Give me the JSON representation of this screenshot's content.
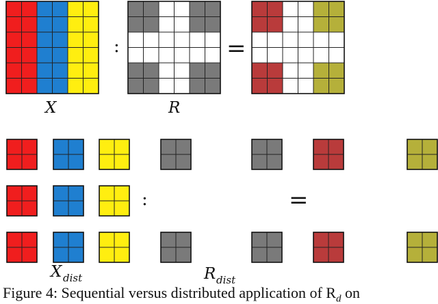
{
  "colors": {
    "red": "#f01e1e",
    "blue": "#1f7fd0",
    "yellow": "#ffee10",
    "gray": "#7a7a7a",
    "dark_red": "#b93b3b",
    "olive": "#b5b03a",
    "empty": "#ffffff",
    "grid_line": "#222222"
  },
  "labels": {
    "x": "X",
    "r": "R",
    "x_dist_base": "X",
    "x_dist_sub": "dist",
    "r_dist_base": "R",
    "r_dist_sub": "dist",
    "op_apply": ":",
    "op_equals": "=",
    "op_apply_dist": ":",
    "op_equals_dist": "="
  },
  "caption": {
    "text": "Figure 4: Sequential versus distributed application of R",
    "sub": "d",
    "tail": " on"
  },
  "matrices": {
    "x": {
      "rows": 6,
      "cols": 6,
      "cells": [
        [
          "red",
          "red",
          "blue",
          "blue",
          "yellow",
          "yellow"
        ],
        [
          "red",
          "red",
          "blue",
          "blue",
          "yellow",
          "yellow"
        ],
        [
          "red",
          "red",
          "blue",
          "blue",
          "yellow",
          "yellow"
        ],
        [
          "red",
          "red",
          "blue",
          "blue",
          "yellow",
          "yellow"
        ],
        [
          "red",
          "red",
          "blue",
          "blue",
          "yellow",
          "yellow"
        ],
        [
          "red",
          "red",
          "blue",
          "blue",
          "yellow",
          "yellow"
        ]
      ]
    },
    "r": {
      "rows": 6,
      "cols": 6,
      "cells": [
        [
          "gray",
          "gray",
          "empty",
          "empty",
          "gray",
          "gray"
        ],
        [
          "gray",
          "gray",
          "empty",
          "empty",
          "gray",
          "gray"
        ],
        [
          "empty",
          "empty",
          "empty",
          "empty",
          "empty",
          "empty"
        ],
        [
          "empty",
          "empty",
          "empty",
          "empty",
          "empty",
          "empty"
        ],
        [
          "gray",
          "gray",
          "empty",
          "empty",
          "gray",
          "gray"
        ],
        [
          "gray",
          "gray",
          "empty",
          "empty",
          "gray",
          "gray"
        ]
      ]
    },
    "result": {
      "rows": 6,
      "cols": 6,
      "cells": [
        [
          "dark_red",
          "dark_red",
          "empty",
          "empty",
          "olive",
          "olive"
        ],
        [
          "dark_red",
          "dark_red",
          "empty",
          "empty",
          "olive",
          "olive"
        ],
        [
          "empty",
          "empty",
          "empty",
          "empty",
          "empty",
          "empty"
        ],
        [
          "empty",
          "empty",
          "empty",
          "empty",
          "empty",
          "empty"
        ],
        [
          "dark_red",
          "dark_red",
          "empty",
          "empty",
          "olive",
          "olive"
        ],
        [
          "dark_red",
          "dark_red",
          "empty",
          "empty",
          "olive",
          "olive"
        ]
      ]
    }
  },
  "distributed": {
    "rows": [
      {
        "x": [
          "red",
          "blue",
          "yellow"
        ],
        "r": "gray",
        "result": [
          "gray",
          "dark_red",
          "olive"
        ]
      },
      {
        "x": [
          "red",
          "blue",
          "yellow"
        ],
        "r": null,
        "result": [
          null,
          null,
          null
        ]
      },
      {
        "x": [
          "red",
          "blue",
          "yellow"
        ],
        "r": "gray",
        "result": [
          "gray",
          "dark_red",
          "olive"
        ]
      }
    ]
  }
}
